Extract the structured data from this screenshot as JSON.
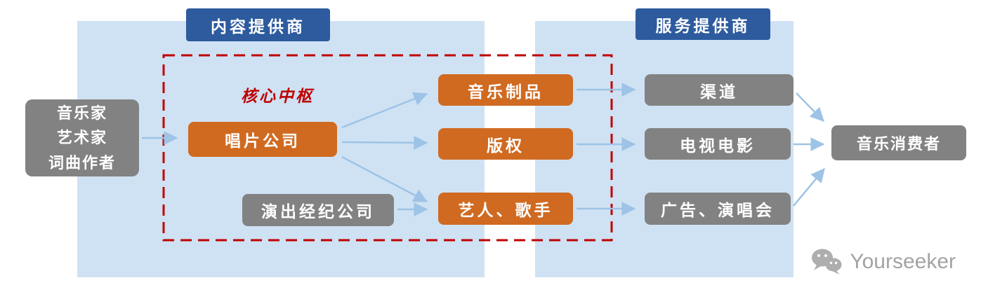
{
  "diagram": {
    "title_left_header": "内容提供商",
    "title_right_header": "服务提供商",
    "core_hub_label": "核心中枢"
  },
  "nodes": {
    "creators": "音乐家\n艺术家\n词曲作者",
    "record_company": "唱片公司",
    "performance_agency": "演出经纪公司",
    "music_products": "音乐制品",
    "copyright": "版权",
    "artists_singers": "艺人、歌手",
    "channels": "渠道",
    "tv_movies": "电视电影",
    "ads_concerts": "广告、演唱会",
    "music_consumers": "音乐消费者"
  },
  "edges": [
    {
      "from": "creators",
      "to": "record_company"
    },
    {
      "from": "record_company",
      "to": "music_products"
    },
    {
      "from": "record_company",
      "to": "copyright"
    },
    {
      "from": "record_company",
      "to": "artists_singers"
    },
    {
      "from": "performance_agency",
      "to": "artists_singers"
    },
    {
      "from": "music_products",
      "to": "channels"
    },
    {
      "from": "copyright",
      "to": "tv_movies"
    },
    {
      "from": "artists_singers",
      "to": "ads_concerts"
    },
    {
      "from": "channels",
      "to": "music_consumers"
    },
    {
      "from": "tv_movies",
      "to": "music_consumers"
    },
    {
      "from": "ads_concerts",
      "to": "music_consumers"
    }
  ],
  "colors": {
    "panel_blue": "#cfe2f3",
    "header_blue": "#2d5b9e",
    "node_orange": "#d06a21",
    "node_gray": "#828282",
    "dashed_red": "#c00000",
    "arrow_blue": "#9dc3e6",
    "watermark_gray": "#a3a3a3"
  },
  "watermark": {
    "brand": "Yourseeker"
  }
}
